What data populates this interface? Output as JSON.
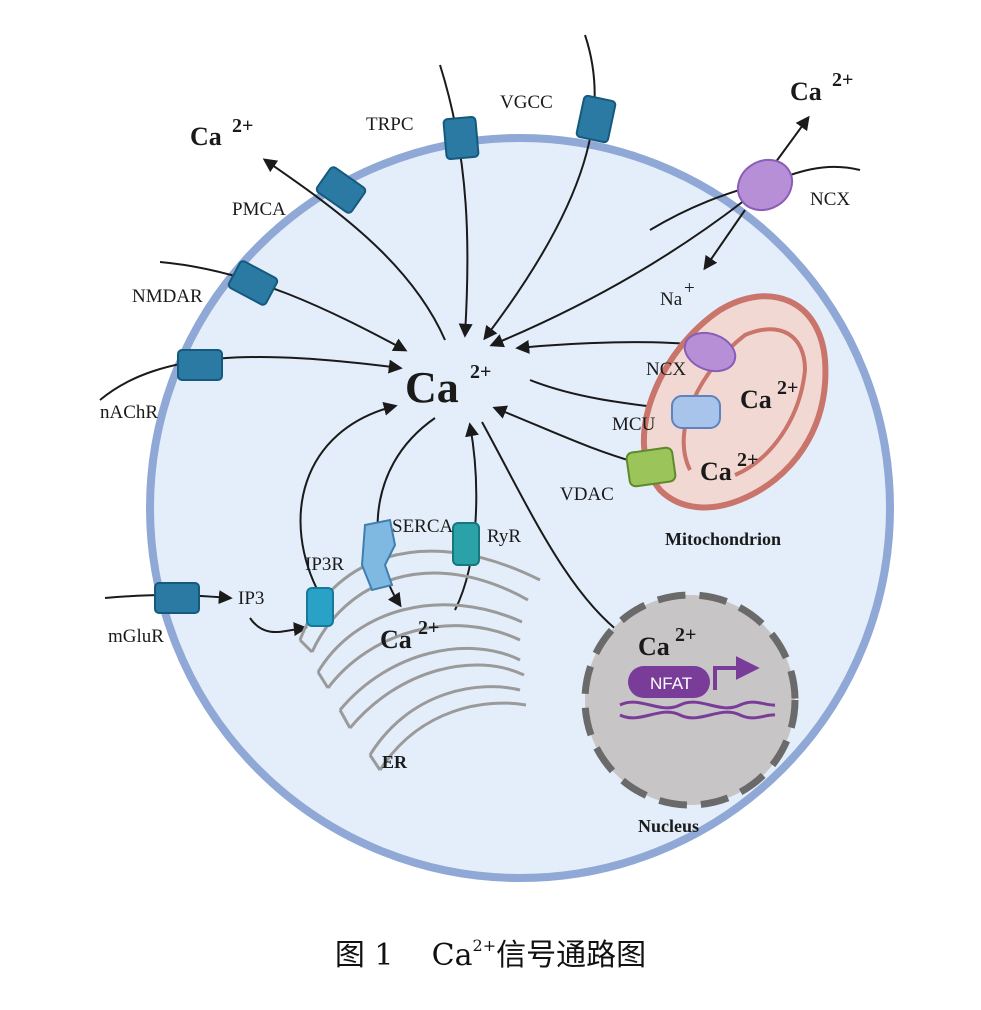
{
  "labels": {
    "ca_center": "Ca",
    "ca_center_sup": "2+",
    "ca_top_left": "Ca",
    "ca_top_right": "Ca",
    "ca_sup": "2+",
    "pmca": "PMCA",
    "trpc": "TRPC",
    "vgcc": "VGCC",
    "ncx_membrane": "NCX",
    "nmdar": "NMDAR",
    "nachr": "nAChR",
    "mglur": "mGluR",
    "ip3": "IP3",
    "ip3r": "IP3R",
    "serca": "SERCA",
    "ryr": "RyR",
    "er": "ER",
    "er_ca": "Ca",
    "na": "Na",
    "na_sup": "+",
    "ncx_mito": "NCX",
    "mcu": "MCU",
    "vdac": "VDAC",
    "mito_ca": "Ca",
    "mito": "Mitochondrion",
    "nucleus": "Nucleus",
    "nuc_ca": "Ca",
    "nfat": "NFAT"
  },
  "caption": {
    "fig": "图 1",
    "ca": "Ca",
    "sup": "2+",
    "rest": "信号通路图"
  },
  "colors": {
    "cell_fill": "#e4eefa",
    "cell_membrane": "#8fa8d6",
    "channel": "#2a7aa3",
    "ncx": "#b68fd6",
    "mito": "#c9756b",
    "nucleus": "#c7c5c6",
    "nfat": "#7a3c99"
  }
}
